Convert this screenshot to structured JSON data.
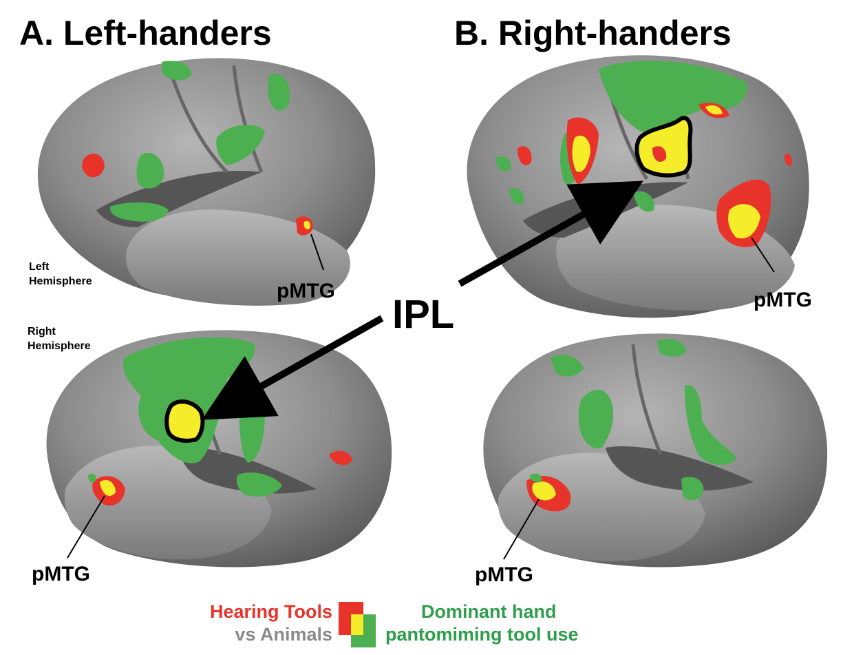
{
  "panels": {
    "left": {
      "title": "A. Left-handers"
    },
    "right": {
      "title": "B. Right-handers"
    }
  },
  "hemisphere_labels": {
    "left_line1": "Left",
    "left_line2": "Hemisphere",
    "right_line1": "Right",
    "right_line2": "Hemisphere"
  },
  "region_labels": {
    "pmtg_a_left": "pMTG",
    "pmtg_a_right": "pMTG",
    "pmtg_b_left": "pMTG",
    "pmtg_b_right": "pMTG",
    "ipl": "IPL"
  },
  "legend": {
    "hearing_line1": "Hearing Tools",
    "hearing_line2": "vs Animals",
    "pantomime_line1": "Dominant hand",
    "pantomime_line2": "pantomiming tool use"
  },
  "colors": {
    "hearing_tools": "#e8332a",
    "overlap": "#f5ec2a",
    "pantomime": "#4caf50",
    "pantomime_text": "#2e9e4a",
    "grey_text": "#8a8a8a",
    "cortex": "#8c8c8c"
  }
}
